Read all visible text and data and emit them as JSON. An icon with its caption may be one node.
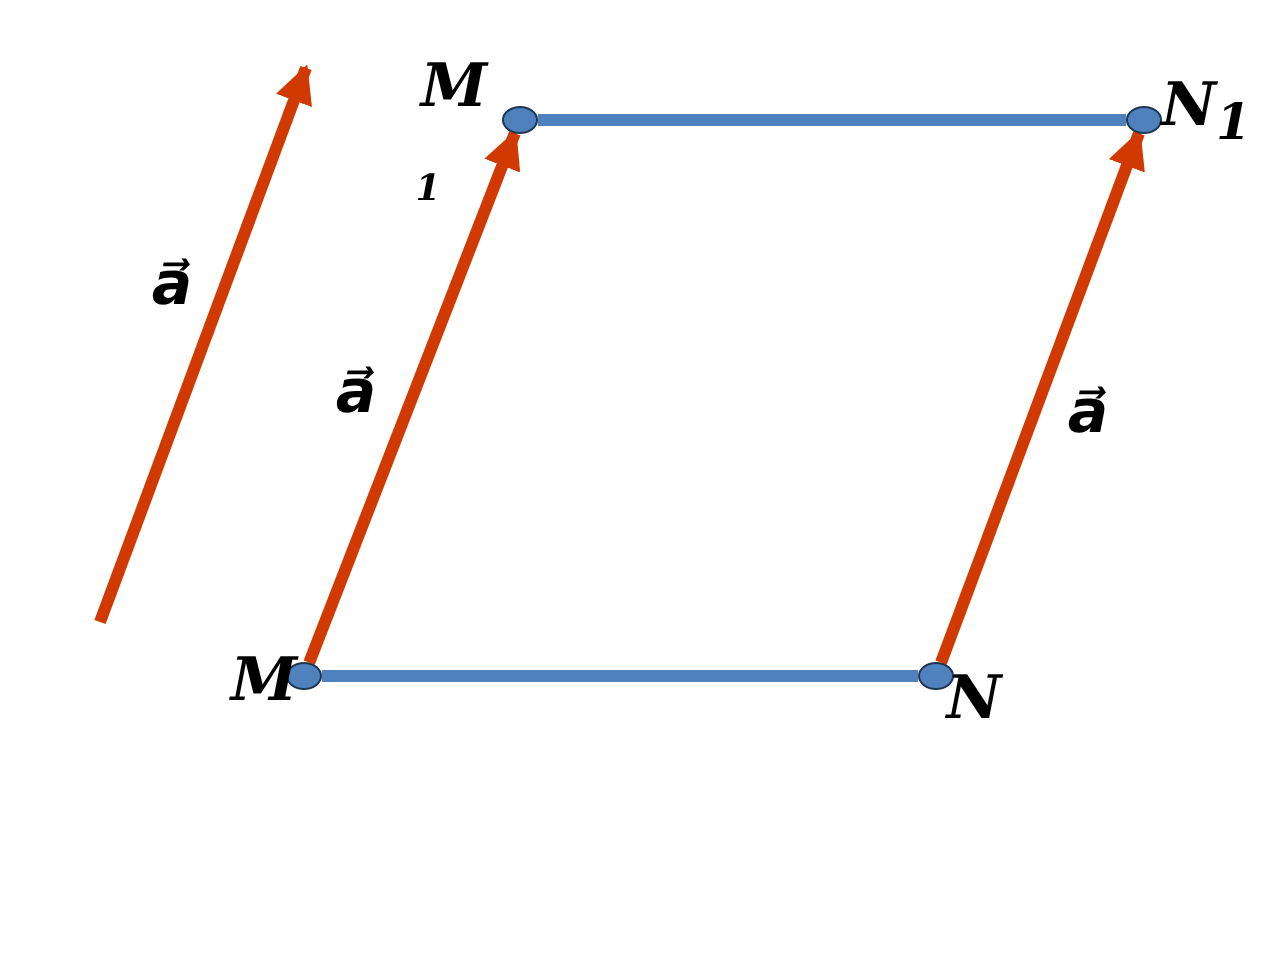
{
  "diagram": {
    "nodes": [
      {
        "text": [],
        "shape": "circle",
        "beside": [
          "M",
          "1"
        ]
      },
      {
        "text": [],
        "shape": "circle",
        "beside": [
          "N$_{1}$"
        ]
      },
      {
        "text": [],
        "shape": "circle",
        "beside": [
          "M"
        ]
      },
      {
        "text": [],
        "shape": "circle",
        "beside": [
          "N"
        ]
      }
    ],
    "edges": [
      {
        "from": 2,
        "to": 0,
        "arrow": "to",
        "label": "a⃗"
      },
      {
        "from": 3,
        "to": 1,
        "arrow": "to",
        "label": "a⃗"
      },
      {
        "from": 0,
        "to": 1,
        "arrow": "none",
        "color": "#4f81bd"
      },
      {
        "from": 2,
        "to": 3,
        "arrow": "none",
        "color": "#4f81bd"
      }
    ],
    "labels": [
      "a⃗"
    ]
  }
}
